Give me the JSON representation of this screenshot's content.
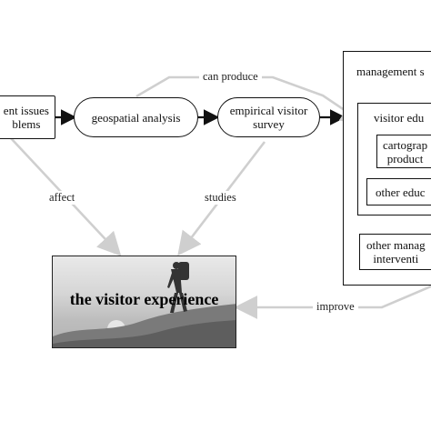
{
  "nodes": {
    "problems": "ent issues\nblems",
    "geospatial": "geospatial analysis",
    "survey": "empirical visitor\nsurvey",
    "management": "management s",
    "visitor_edu": "visitor edu",
    "cartographic": "cartograp\nproduct",
    "other_edu": "other educ",
    "other_mgmt": "other manag\ninterventi",
    "experience": "the visitor experience"
  },
  "edges": {
    "can_produce": "can produce",
    "affect": "affect",
    "studies": "studies",
    "improve": "improve"
  },
  "colors": {
    "arrow_dark": "#111111",
    "arrow_light": "#cfcfcf",
    "photo_bg": "#c4c4c4"
  }
}
